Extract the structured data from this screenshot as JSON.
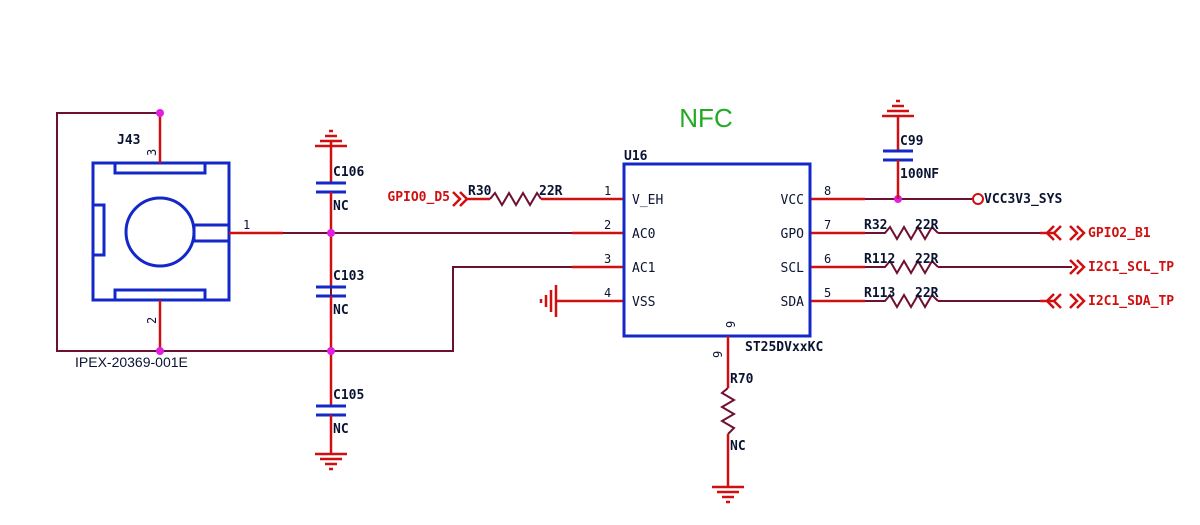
{
  "title": "NFC",
  "colors": {
    "title": "#22aa22",
    "wire": "#6e1030",
    "pin": "#d01010",
    "body": "#1428c8",
    "junction": "#e020e0"
  },
  "connector": {
    "ref": "J43",
    "part": "IPEX-20369-001E",
    "pins": [
      "1",
      "2",
      "3"
    ]
  },
  "ic": {
    "ref": "U16",
    "part": "ST25DVxxKC",
    "left_pins": [
      {
        "num": "1",
        "name": "V_EH"
      },
      {
        "num": "2",
        "name": "AC0"
      },
      {
        "num": "3",
        "name": "AC1"
      },
      {
        "num": "4",
        "name": "VSS"
      }
    ],
    "right_pins": [
      {
        "num": "8",
        "name": "VCC"
      },
      {
        "num": "7",
        "name": "GPO"
      },
      {
        "num": "6",
        "name": "SCL"
      },
      {
        "num": "5",
        "name": "SDA"
      }
    ],
    "bottom_pin": "9"
  },
  "capacitors": [
    {
      "ref": "C106",
      "value": "NC"
    },
    {
      "ref": "C103",
      "value": "NC"
    },
    {
      "ref": "C105",
      "value": "NC"
    },
    {
      "ref": "C99",
      "value": "100NF"
    }
  ],
  "resistors": [
    {
      "ref": "R30",
      "value": "22R"
    },
    {
      "ref": "R32",
      "value": "22R"
    },
    {
      "ref": "R112",
      "value": "22R"
    },
    {
      "ref": "R113",
      "value": "22R"
    },
    {
      "ref": "R70",
      "value": "NC"
    }
  ],
  "r70_pin": "9",
  "nets": {
    "gpio0": "GPIO0_D5",
    "vcc": "VCC3V3_SYS",
    "gpio2": "GPIO2_B1",
    "scl": "I2C1_SCL_TP",
    "sda": "I2C1_SDA_TP"
  }
}
